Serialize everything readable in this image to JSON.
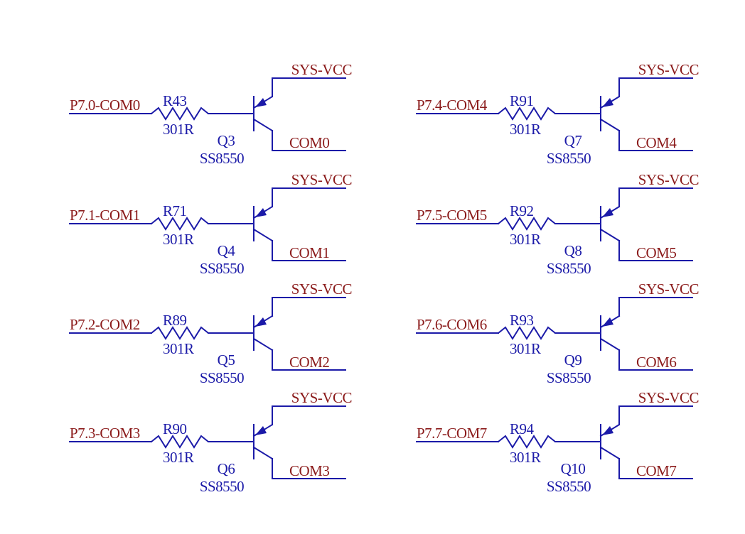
{
  "colors": {
    "wire": "#1b1aa8",
    "net_label": "#8b1b1b",
    "component_label": "#1b1aa8",
    "background": "#ffffff"
  },
  "supply_net": "SYS-VCC",
  "channels": [
    {
      "input_net": "P7.0-COM0",
      "resistor_ref": "R43",
      "resistor_value": "301R",
      "transistor_ref": "Q3",
      "transistor_part": "SS8550",
      "output_net": "COM0"
    },
    {
      "input_net": "P7.1-COM1",
      "resistor_ref": "R71",
      "resistor_value": "301R",
      "transistor_ref": "Q4",
      "transistor_part": "SS8550",
      "output_net": "COM1"
    },
    {
      "input_net": "P7.2-COM2",
      "resistor_ref": "R89",
      "resistor_value": "301R",
      "transistor_ref": "Q5",
      "transistor_part": "SS8550",
      "output_net": "COM2"
    },
    {
      "input_net": "P7.3-COM3",
      "resistor_ref": "R90",
      "resistor_value": "301R",
      "transistor_ref": "Q6",
      "transistor_part": "SS8550",
      "output_net": "COM3"
    },
    {
      "input_net": "P7.4-COM4",
      "resistor_ref": "R91",
      "resistor_value": "301R",
      "transistor_ref": "Q7",
      "transistor_part": "SS8550",
      "output_net": "COM4"
    },
    {
      "input_net": "P7.5-COM5",
      "resistor_ref": "R92",
      "resistor_value": "301R",
      "transistor_ref": "Q8",
      "transistor_part": "SS8550",
      "output_net": "COM5"
    },
    {
      "input_net": "P7.6-COM6",
      "resistor_ref": "R93",
      "resistor_value": "301R",
      "transistor_ref": "Q9",
      "transistor_part": "SS8550",
      "output_net": "COM6"
    },
    {
      "input_net": "P7.7-COM7",
      "resistor_ref": "R94",
      "resistor_value": "301R",
      "transistor_ref": "Q10",
      "transistor_part": "SS8550",
      "output_net": "COM7"
    }
  ]
}
